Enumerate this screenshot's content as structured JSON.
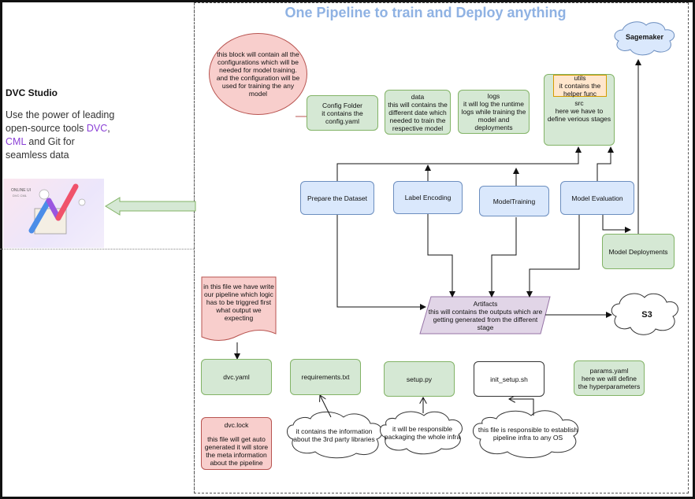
{
  "title": "One Pipeline to train and Deploy anything",
  "left_panel": {
    "heading": "DVC Studio",
    "desc_1": "Use the power of leading open-source tools ",
    "desc_dvc": "DVC",
    "desc_sep": ", ",
    "desc_cml": "CML",
    "desc_2": " and Git for seamless data",
    "thumb_text_1": "ONLINE UI",
    "thumb_text_2": "DVC CML"
  },
  "nodes": {
    "config_note": "this block will contain all the configurations which will be needed for model training. and the configuration will be used for training the any model",
    "config_folder_title": "Config Folder",
    "config_folder_sub": "it contains the config.yaml",
    "data_title": "data",
    "data_sub": "this will contains the different date which needed to train the respective model",
    "logs_title": "logs",
    "logs_sub": "it will log the runtime logs while training the model and deployments",
    "utils_title": "utils",
    "utils_sub": "it contains the helper func",
    "src_title": "src",
    "src_sub": "here we have to define verious stages",
    "sagemaker": "Sagemaker",
    "prepare": "Prepare the Dataset",
    "label_encoding": "Label Encoding",
    "model_training": "ModelTraining",
    "model_evaluation": "Model Evaluation",
    "model_deployments": "Model Deployments",
    "artifacts_title": "Artifacts",
    "artifacts_sub": "this will contains the outputs which are getting generated from the different stage",
    "s3": "S3",
    "pipeline_note": "in this file we have write our pipeline which logic has to be triggred first what output we expecting",
    "dvc_yaml": "dvc.yaml",
    "requirements": "requirements.txt",
    "setup_py": "setup.py",
    "init_setup": "init_setup.sh",
    "params_title": "params.yaml",
    "params_sub": "here we will define the hyperparameters",
    "dvc_lock_title": "dvc.lock",
    "dvc_lock_sub": "this file will get auto generated it will store the meta information about the pipeline",
    "cloud_requirements": "it contains the information about the 3rd party libraries",
    "cloud_setup": "it will be responsible packaging the whole infra",
    "cloud_init": "this file is responsible to establish pipeline infra to any OS"
  },
  "colors": {
    "title": "#8fb2e3",
    "green_fill": "#d5e8d4",
    "blue_fill": "#dae8fc",
    "red_fill": "#f8cecc",
    "purple_fill": "#e1d5e7",
    "orange_fill": "#ffe6cc",
    "cloud_fill": "#dae8fc"
  }
}
